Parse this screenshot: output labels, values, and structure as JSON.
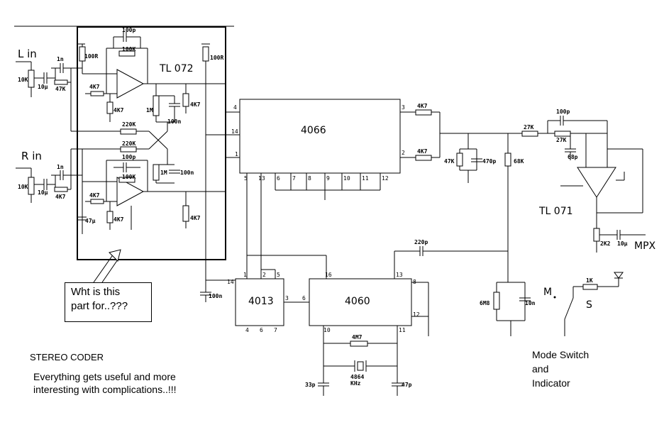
{
  "labels": {
    "l_in": "L in",
    "r_in": "R in",
    "tl072": "TL 072",
    "tl071": "TL 071",
    "ic4066": "4066",
    "ic4013": "4013",
    "ic4060": "4060",
    "mpx": "MPX",
    "m": "M",
    "s": "S",
    "stereo_coder": "STEREO CODER",
    "note": "Everything gets useful and more\ninteresting with complications..!!!",
    "callout": "Wht is this\npart for..???",
    "mode_switch": "Mode Switch\nand\nIndicator"
  },
  "components": {
    "c_100p_top": "100p",
    "r_100k_top": "100K",
    "r_100r_left": "100R",
    "r_100r_right": "100R",
    "c_1n_l": "1n",
    "r_10k_l": "10K",
    "c_10u_l": "10µ",
    "r_47k_l": "47K",
    "r_4k7_a": "4K7",
    "r_4k7_b": "4K7",
    "l_1m_a": "1M",
    "c_100n_a": "100n",
    "r_4k7_c": "4K7",
    "r_220k_a": "220K",
    "r_220k_b": "220K",
    "c_1n_r": "1n",
    "r_10k_r": "10K",
    "c_10u_r": "10µ",
    "r_4k7_r": "4K7",
    "c_100p_b": "100p",
    "r_100k_b": "100K",
    "l_1m_b": "1M",
    "c_100n_b": "100n",
    "r_4k7_d": "4K7",
    "c_47u": "47µ",
    "r_4k7_e": "4K7",
    "r_4k7_f": "4K7",
    "r_4k7_o1": "4K7",
    "r_4k7_o2": "4K7",
    "r_47k_o": "47K",
    "c_470p": "470p",
    "r_68k": "68K",
    "r_27k_a": "27K",
    "r_27k_b": "27K",
    "c_100p_o": "100p",
    "c_68p": "68p",
    "r_2k2": "2K2",
    "c_10u_o": "10µ",
    "c_220p": "220p",
    "c_100n_v": "100n",
    "l_6m8": "6M8",
    "c_10n": "10n",
    "r_1k": "1K",
    "r_4m7": "4M7",
    "xtal": "4864\nKHz",
    "c_33p": "33p",
    "c_47p": "47p"
  },
  "pins": {
    "p4066": [
      "4",
      "14",
      "1",
      "3",
      "2",
      "5",
      "13",
      "6",
      "7",
      "8",
      "9",
      "10",
      "11",
      "12"
    ],
    "p4013": [
      "14",
      "1",
      "2",
      "5",
      "3",
      "4",
      "6",
      "7"
    ],
    "p4060": [
      "6",
      "16",
      "13",
      "8",
      "12",
      "10",
      "11"
    ]
  }
}
